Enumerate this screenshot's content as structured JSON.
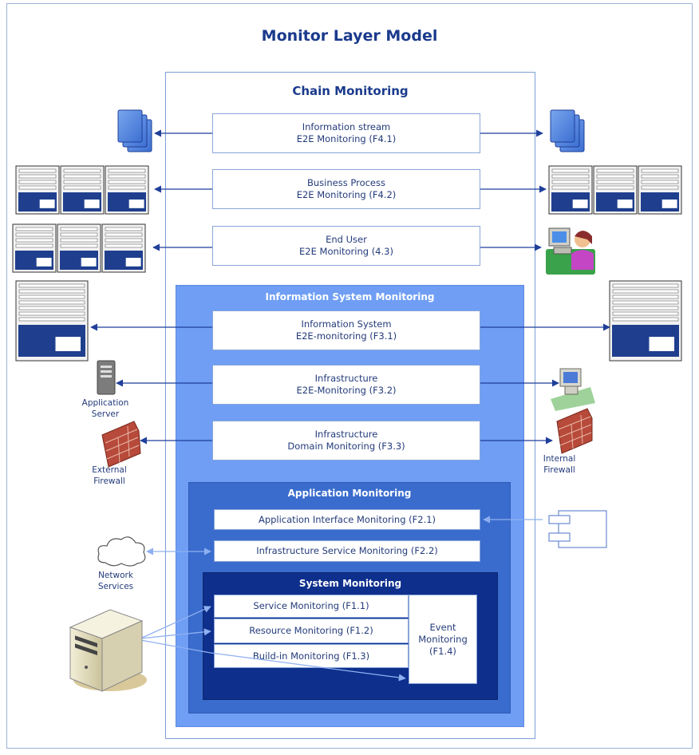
{
  "title": "Monitor Layer Model",
  "layers": {
    "chain": "Chain Monitoring",
    "information_system": "Information System Monitoring",
    "application": "Application Monitoring",
    "system": "System Monitoring"
  },
  "boxes": {
    "f41": [
      "Information stream",
      "E2E Monitoring (F4.1)"
    ],
    "f42": [
      "Business Process",
      "E2E Monitoring (F4.2)"
    ],
    "f43": [
      "End User",
      "E2E Monitoring (4.3)"
    ],
    "f31": [
      "Information System",
      "E2E-monitoring (F3.1)"
    ],
    "f32": [
      "Infrastructure",
      "E2E-Monitoring (F3.2)"
    ],
    "f33": [
      "Infrastructure",
      "Domain Monitoring (F3.3)"
    ],
    "f21": "Application Interface Monitoring (F2.1)",
    "f22": "Infrastructure Service Monitoring (F2.2)",
    "f11": "Service Monitoring (F1.1)",
    "f12": "Resource Monitoring (F1.2)",
    "f13": "Build-in Monitoring (F1.3)",
    "f14": [
      "Event",
      "Monitoring",
      "(F1.4)"
    ]
  },
  "labels": {
    "application_server": [
      "Application",
      "Server"
    ],
    "external_firewall": [
      "External",
      "Firewall"
    ],
    "internal_firewall": [
      "Internal",
      "Firewall"
    ],
    "network_services": [
      "Network",
      "Services"
    ]
  },
  "icons": [
    "document-stack-icon",
    "screen-form-icon",
    "user-at-workstation-icon",
    "application-server-icon",
    "firewall-icon",
    "desktop-computer-icon",
    "component-icon",
    "cloud-icon",
    "server-tower-icon"
  ],
  "colors": {
    "title": "#1a3a8c",
    "information_system_layer": "#6f9ef4",
    "application_layer": "#3a6ccd",
    "system_layer": "#0e2f8c",
    "arrow": "#1f3f9a"
  }
}
